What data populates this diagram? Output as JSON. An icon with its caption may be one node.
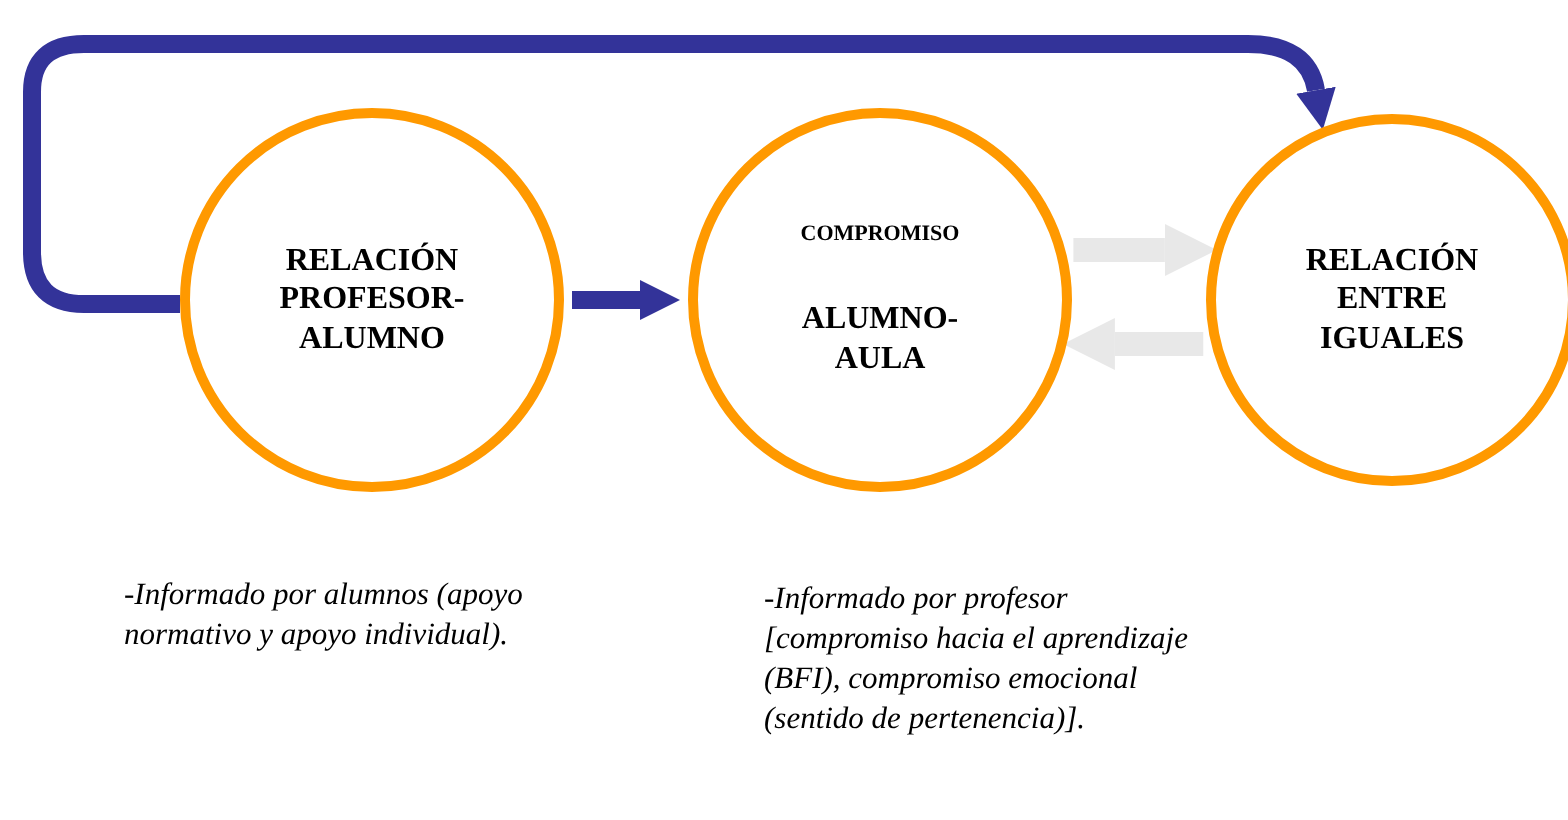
{
  "diagram": {
    "nodes": [
      {
        "text": [
          "RELACIÓN PROFESOR- ALUMNO"
        ],
        "beside": [
          "-Informado por alumnos (apoyo normativo y apoyo individual)."
        ]
      },
      {
        "text": [
          "COMPROMISO",
          "ALUMNO- AULA"
        ],
        "beside": [
          "-Informado por profesor [compromiso hacia el aprendizaje (BFI), compromiso emocional (sentido de pertenencia)]."
        ]
      },
      {
        "text": [
          "RELACIÓN ENTRE IGUALES"
        ]
      }
    ],
    "edges": [
      {
        "from": 0,
        "to": 2,
        "arrow": "to"
      },
      {
        "from": 0,
        "to": 1,
        "arrow": "to"
      },
      {
        "from": 1,
        "to": 2,
        "arrow": "to",
        "color": "#e8e8e8"
      },
      {
        "from": 2,
        "to": 1,
        "arrow": "to",
        "color": "#e8e8e8"
      }
    ]
  }
}
